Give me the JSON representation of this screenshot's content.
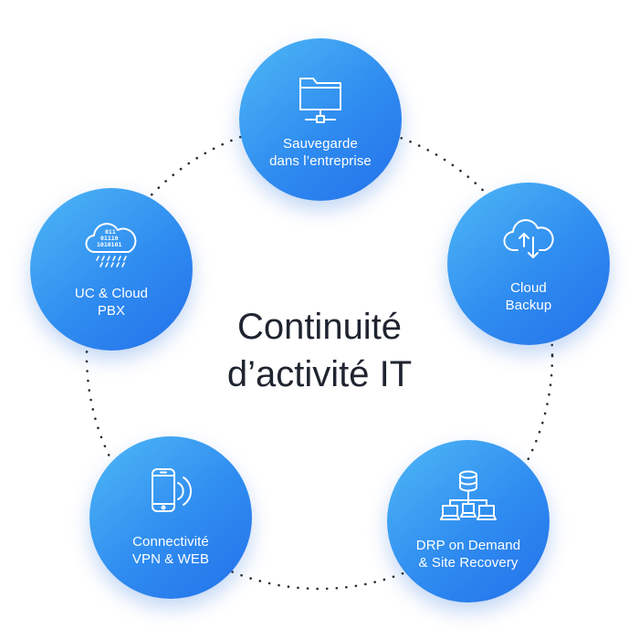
{
  "title": {
    "line1": "Continuité",
    "line2": "d’activité IT"
  },
  "colors": {
    "node_gradient_start": "#4fb8f5",
    "node_gradient_end": "#2471ea",
    "title_text": "#1f2430",
    "ring_dots": "#2a2a2a"
  },
  "nodes": [
    {
      "id": "top",
      "icon": "folder-network-icon",
      "line1": "Sauvegarde",
      "line2": "dans l’entreprise"
    },
    {
      "id": "right",
      "icon": "cloud-upload-download-icon",
      "line1": "Cloud",
      "line2": "Backup"
    },
    {
      "id": "bright",
      "icon": "database-network-icon",
      "line1": "DRP on Demand",
      "line2": "& Site Recovery"
    },
    {
      "id": "bleft",
      "icon": "smartphone-signal-icon",
      "line1": "Connectivité",
      "line2": "VPN & WEB"
    },
    {
      "id": "left",
      "icon": "cloud-binary-data-icon",
      "line1": "UC & Cloud",
      "line2": "PBX"
    }
  ]
}
